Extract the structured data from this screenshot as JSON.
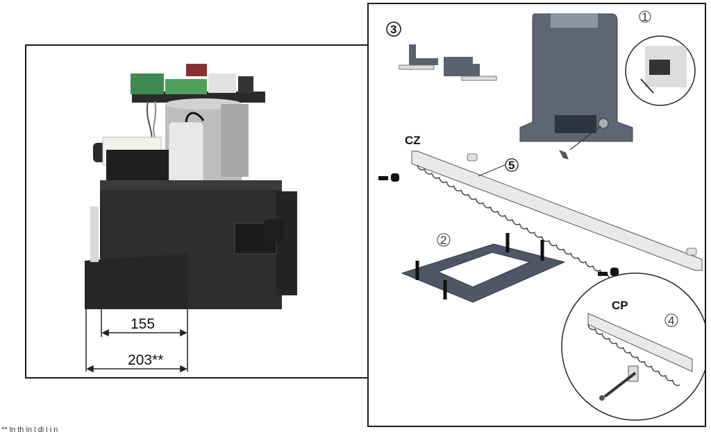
{
  "left": {
    "dimensions": [
      {
        "id": "dim-155",
        "text": "155"
      },
      {
        "id": "dim-203",
        "text": "203**"
      }
    ]
  },
  "right": {
    "labels": {
      "cz": "CZ",
      "cp": "CP",
      "n1": "1",
      "n2": "2",
      "n3": "3",
      "n4": "4",
      "n5": "5"
    }
  },
  "footnote": "** ln th in l  di    i i n",
  "colors": {
    "motor_body": "#2e2e30",
    "motor_top": "#3b3b3d",
    "capacitor": "#e8e8e6",
    "pcb": "#3f8a4e",
    "cover_gray": "#5e6675",
    "rack": "#e9e9e9",
    "plate": "#4f5766"
  }
}
